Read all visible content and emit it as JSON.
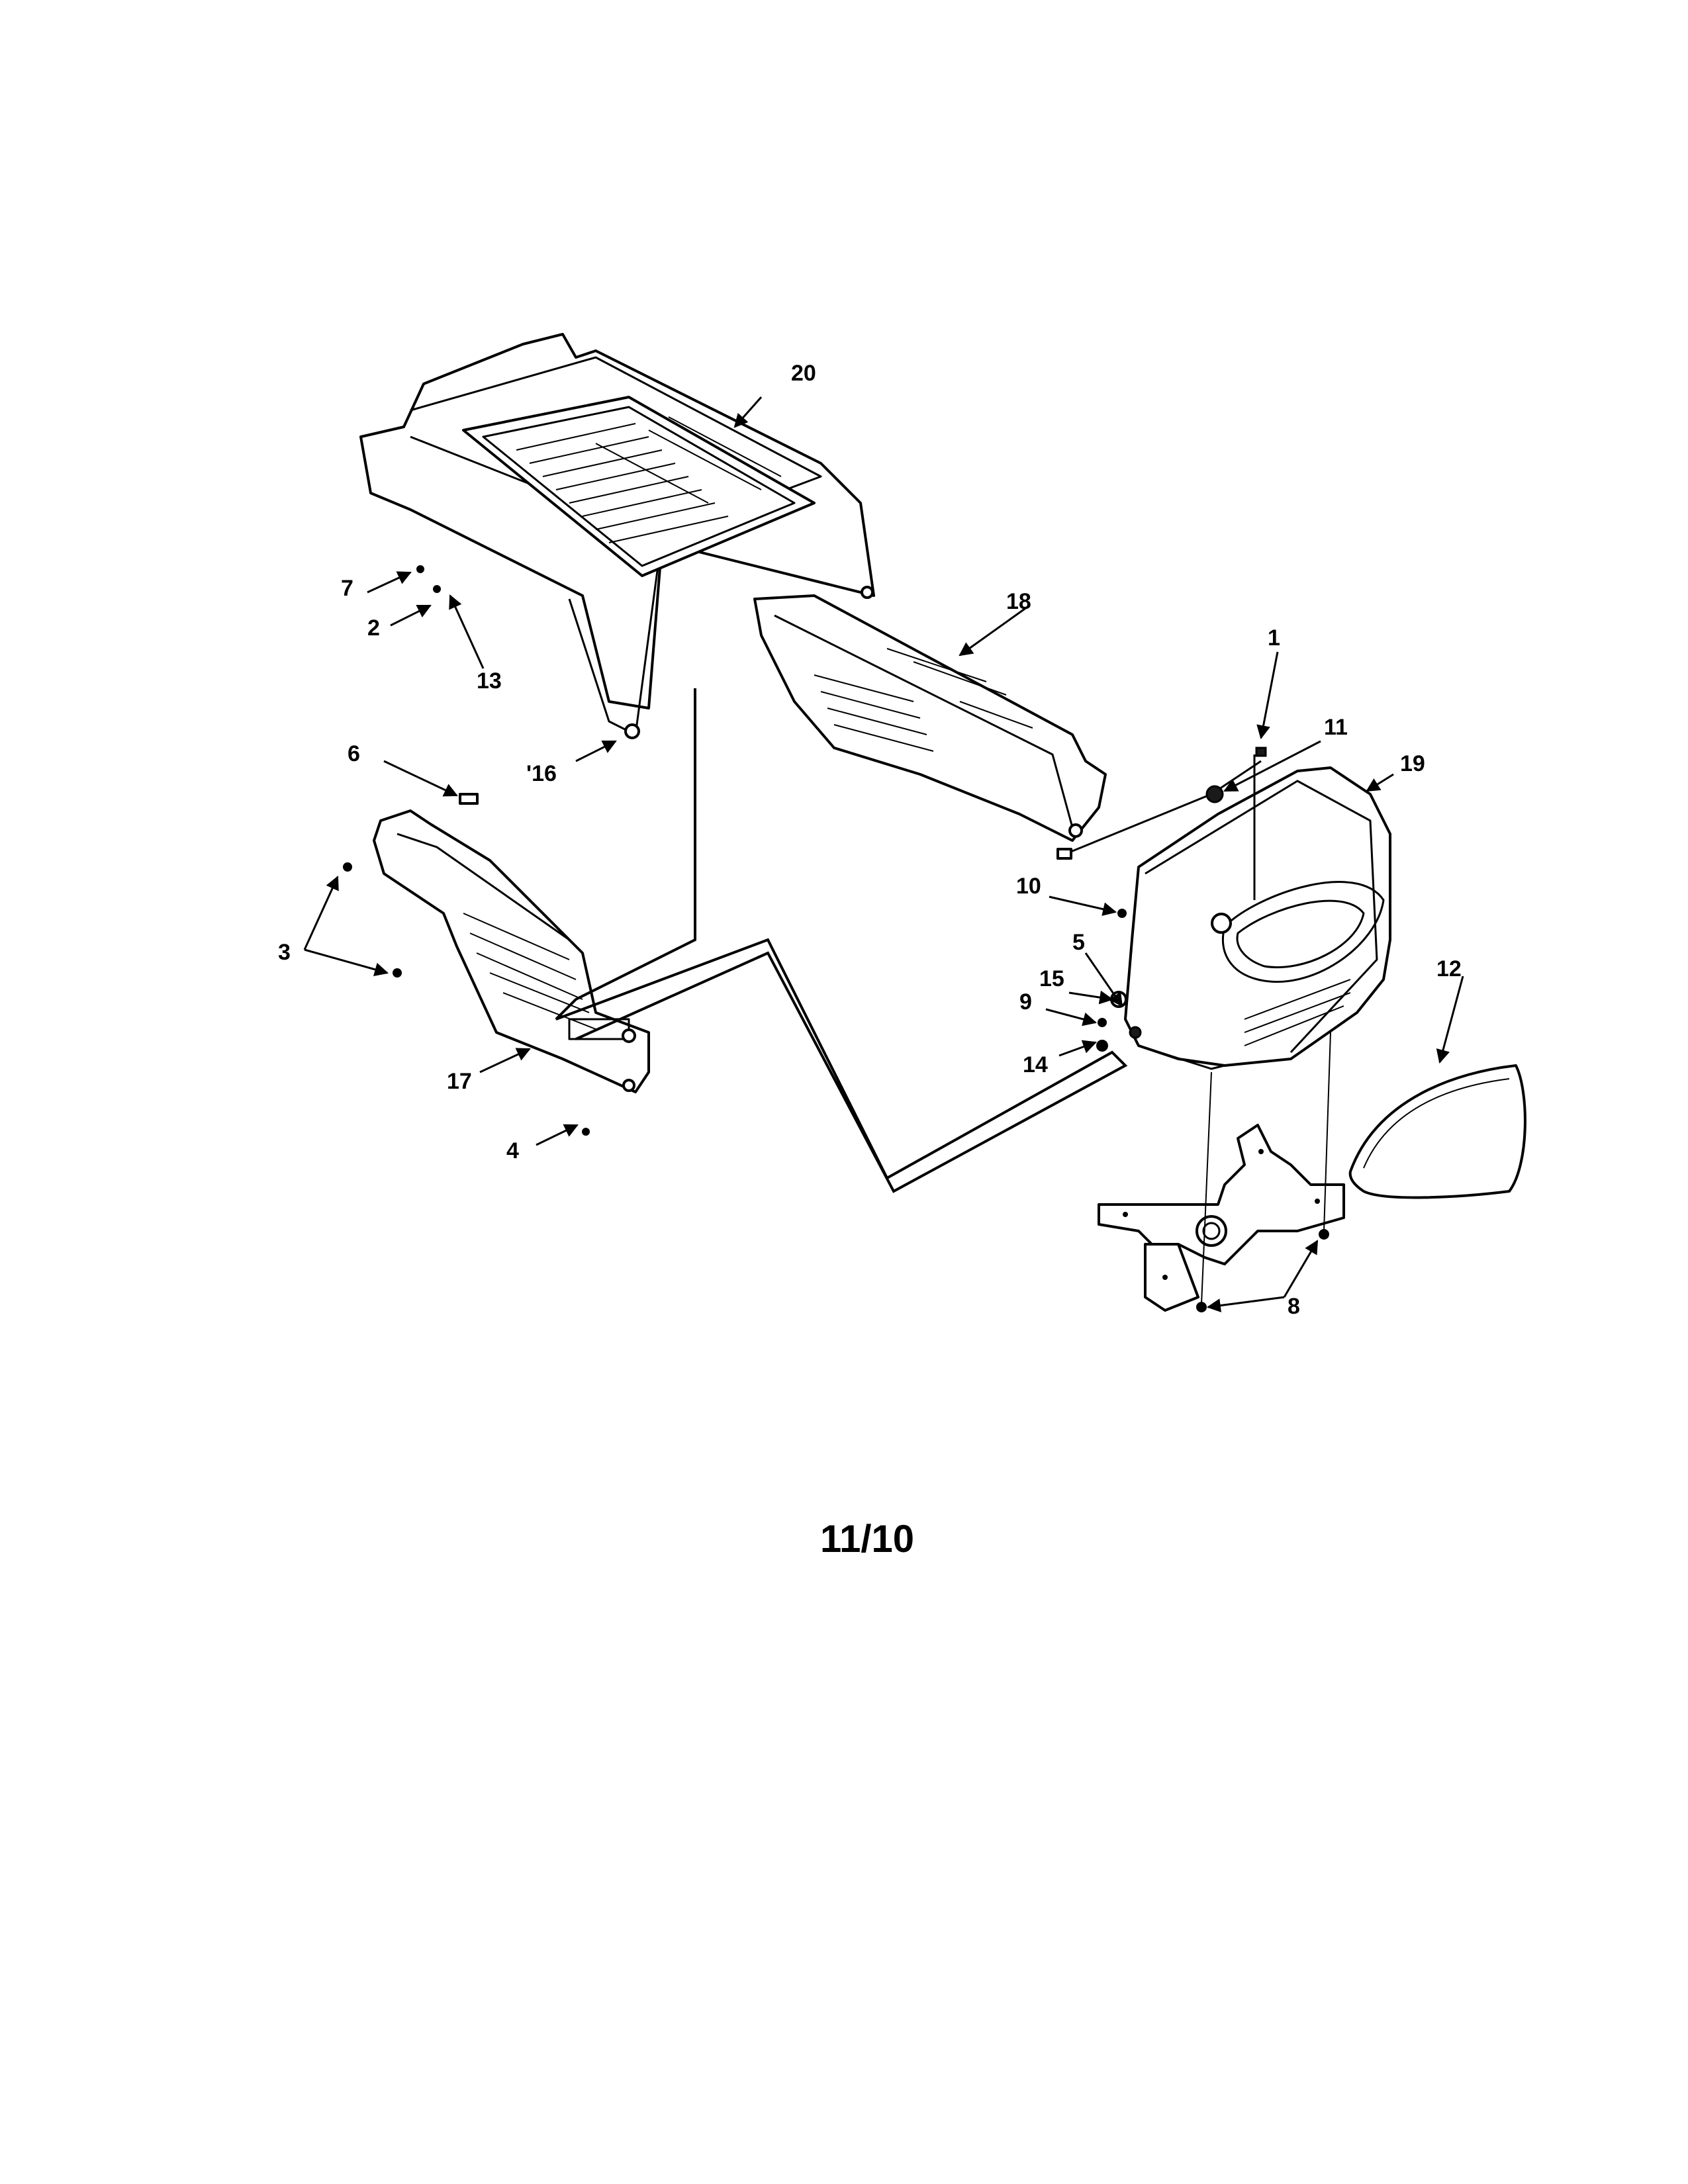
{
  "diagram": {
    "callouts": {
      "c1": "1",
      "c2": "2",
      "c3": "3",
      "c4": "4",
      "c5": "5",
      "c6": "6",
      "c7": "7",
      "c8": "8",
      "c9": "9",
      "c10": "10",
      "c11": "11",
      "c12": "12",
      "c13": "13",
      "c14": "14",
      "c15": "15",
      "c16": "'16",
      "c17": "17",
      "c18": "18",
      "c19": "19",
      "c20": "20"
    },
    "page_number": "11/10"
  }
}
